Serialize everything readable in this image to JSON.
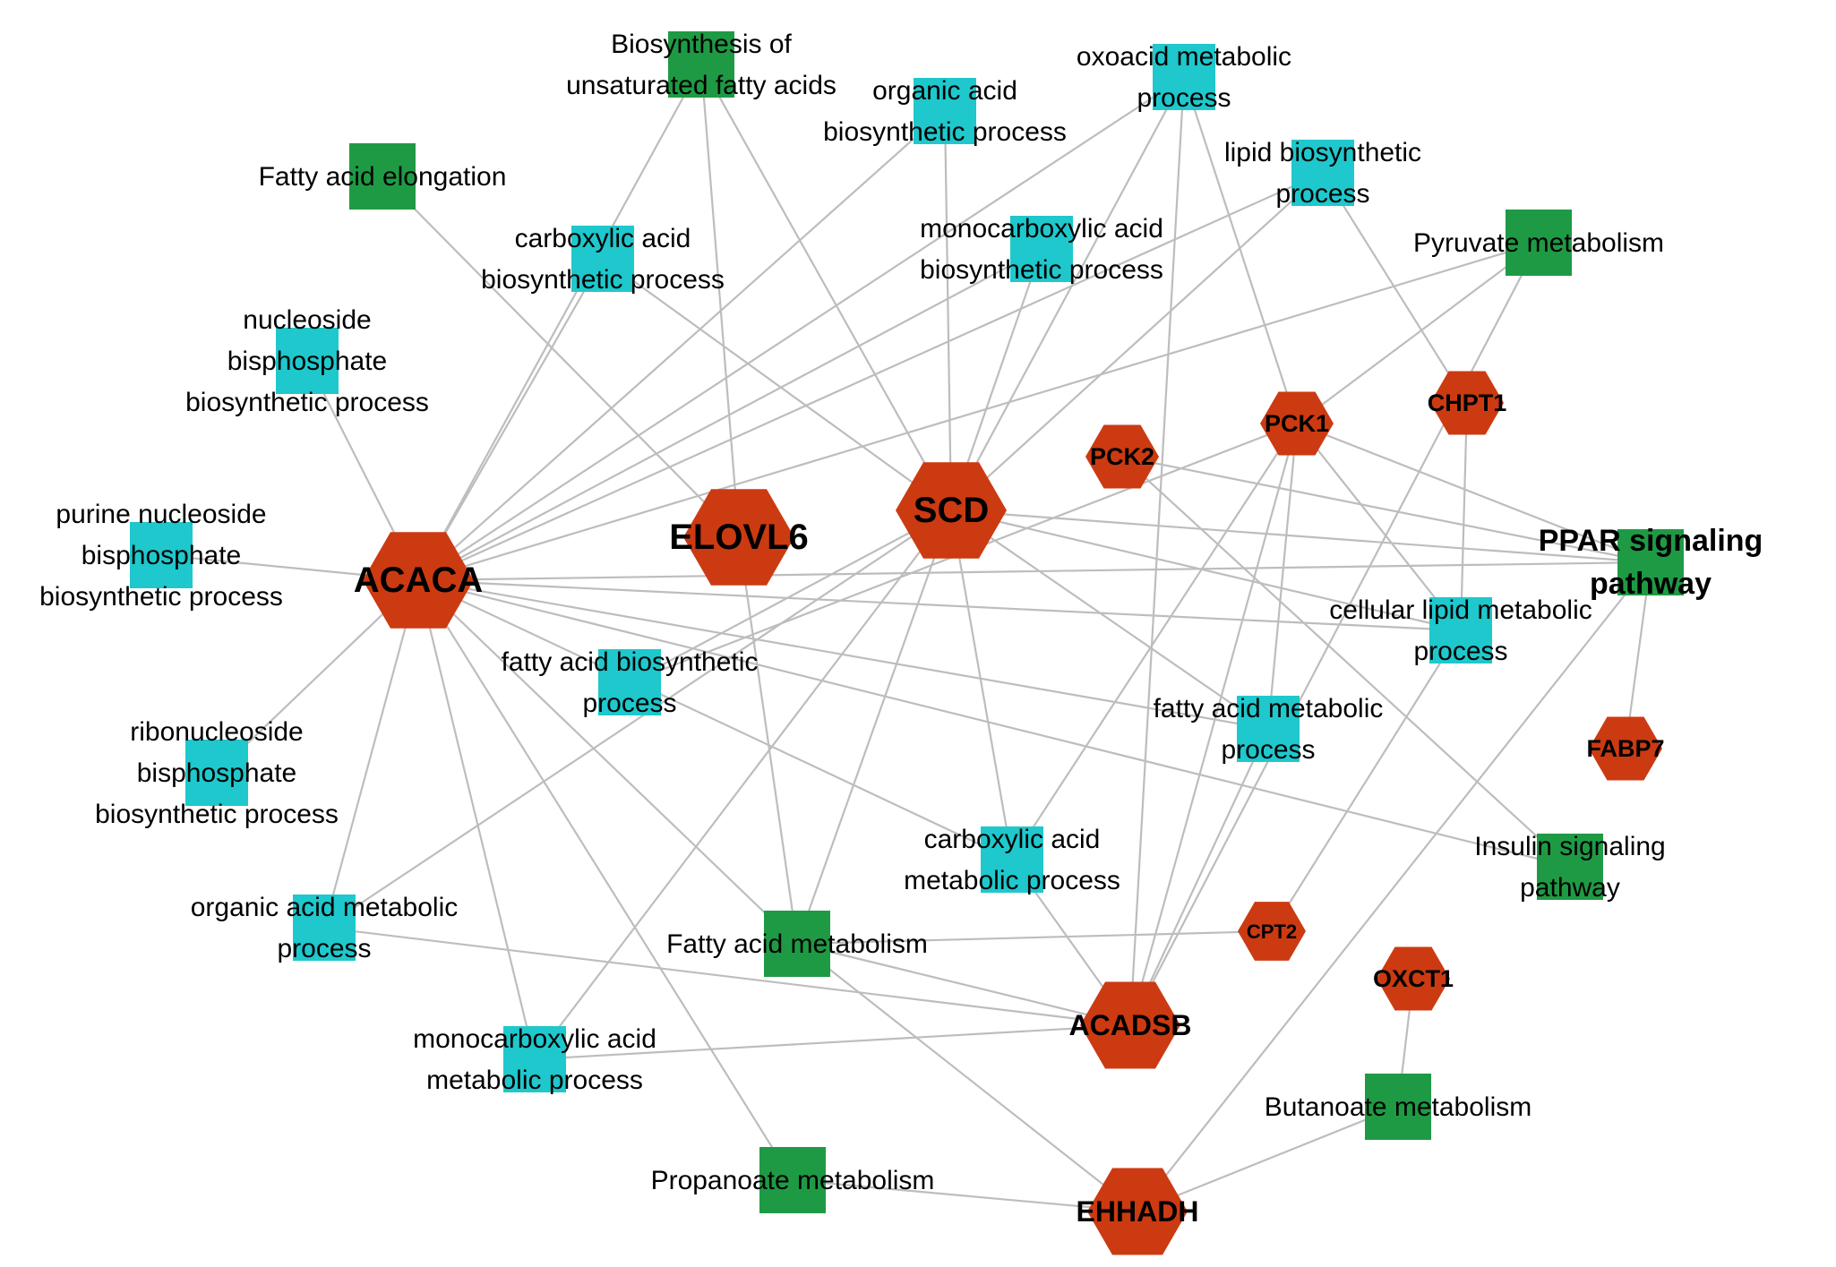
{
  "colors": {
    "gene": "#cc3a12",
    "go_term": "#1ec8cc",
    "pathway": "#1f9a44",
    "edge": "#bdbdbd"
  },
  "nodes": [
    {
      "id": "acaca",
      "type": "gene",
      "size": "large",
      "lines": [
        "ACACA"
      ]
    },
    {
      "id": "scd",
      "type": "gene",
      "size": "large",
      "lines": [
        "SCD"
      ]
    },
    {
      "id": "elovl6",
      "type": "gene",
      "size": "large",
      "lines": [
        "ELOVL6"
      ]
    },
    {
      "id": "acadsb",
      "type": "gene",
      "size": "medium",
      "lines": [
        "ACADSB"
      ]
    },
    {
      "id": "ehhadh",
      "type": "gene",
      "size": "medium",
      "lines": [
        "EHHADH"
      ]
    },
    {
      "id": "pck1",
      "type": "gene",
      "size": "small",
      "lines": [
        "PCK1"
      ]
    },
    {
      "id": "pck2",
      "type": "gene",
      "size": "small",
      "lines": [
        "PCK2"
      ]
    },
    {
      "id": "chpt1",
      "type": "gene",
      "size": "small",
      "lines": [
        "CHPT1"
      ]
    },
    {
      "id": "fabp7",
      "type": "gene",
      "size": "small",
      "lines": [
        "FABP7"
      ]
    },
    {
      "id": "cpt2",
      "type": "gene",
      "size": "xsmall",
      "lines": [
        "CPT2"
      ]
    },
    {
      "id": "oxct1",
      "type": "gene",
      "size": "small",
      "lines": [
        "OXCT1"
      ]
    },
    {
      "id": "ppar",
      "type": "pathway",
      "emphasis": true,
      "lines": [
        "PPAR signaling",
        "pathway"
      ]
    },
    {
      "id": "unsat",
      "type": "pathway",
      "lines": [
        "Biosynthesis of",
        "unsaturated fatty acids"
      ]
    },
    {
      "id": "elong",
      "type": "pathway",
      "lines": [
        "Fatty acid elongation"
      ]
    },
    {
      "id": "pyruvate",
      "type": "pathway",
      "lines": [
        "Pyruvate metabolism"
      ]
    },
    {
      "id": "insulin",
      "type": "pathway",
      "lines": [
        "Insulin signaling",
        "pathway"
      ]
    },
    {
      "id": "fam",
      "type": "pathway",
      "lines": [
        "Fatty acid metabolism"
      ]
    },
    {
      "id": "butanoate",
      "type": "pathway",
      "lines": [
        "Butanoate metabolism"
      ]
    },
    {
      "id": "propanoate",
      "type": "pathway",
      "lines": [
        "Propanoate metabolism"
      ]
    },
    {
      "id": "oabp",
      "type": "go_term",
      "lines": [
        "organic acid",
        "biosynthetic process"
      ]
    },
    {
      "id": "oxoacid",
      "type": "go_term",
      "lines": [
        "oxoacid metabolic",
        "process"
      ]
    },
    {
      "id": "lipidbp",
      "type": "go_term",
      "lines": [
        "lipid biosynthetic",
        "process"
      ]
    },
    {
      "id": "cabp",
      "type": "go_term",
      "lines": [
        "carboxylic acid",
        "biosynthetic process"
      ]
    },
    {
      "id": "mcabp",
      "type": "go_term",
      "lines": [
        "monocarboxylic acid",
        "biosynthetic process"
      ]
    },
    {
      "id": "nbbp",
      "type": "go_term",
      "lines": [
        "nucleoside",
        "bisphosphate",
        "biosynthetic process"
      ]
    },
    {
      "id": "pnbbp",
      "type": "go_term",
      "lines": [
        "purine nucleoside",
        "bisphosphate",
        "biosynthetic process"
      ]
    },
    {
      "id": "fabp",
      "type": "go_term",
      "lines": [
        "fatty acid biosynthetic",
        "process"
      ]
    },
    {
      "id": "clmp",
      "type": "go_term",
      "lines": [
        "cellular lipid metabolic",
        "process"
      ]
    },
    {
      "id": "famp",
      "type": "go_term",
      "lines": [
        "fatty acid metabolic",
        "process"
      ]
    },
    {
      "id": "rnbbp",
      "type": "go_term",
      "lines": [
        "ribonucleoside",
        "bisphosphate",
        "biosynthetic process"
      ]
    },
    {
      "id": "camp",
      "type": "go_term",
      "lines": [
        "carboxylic acid",
        "metabolic process"
      ]
    },
    {
      "id": "oamp",
      "type": "go_term",
      "lines": [
        "organic acid metabolic",
        "process"
      ]
    },
    {
      "id": "mcamp",
      "type": "go_term",
      "lines": [
        "monocarboxylic acid",
        "metabolic process"
      ]
    }
  ],
  "edges": [
    [
      "acaca",
      "unsat"
    ],
    [
      "acaca",
      "cabp"
    ],
    [
      "acaca",
      "oabp"
    ],
    [
      "acaca",
      "oxoacid"
    ],
    [
      "acaca",
      "mcabp"
    ],
    [
      "acaca",
      "lipidbp"
    ],
    [
      "acaca",
      "pyruvate"
    ],
    [
      "acaca",
      "nbbp"
    ],
    [
      "acaca",
      "pnbbp"
    ],
    [
      "acaca",
      "rnbbp"
    ],
    [
      "acaca",
      "oamp"
    ],
    [
      "acaca",
      "mcamp"
    ],
    [
      "acaca",
      "propanoate"
    ],
    [
      "acaca",
      "fam"
    ],
    [
      "acaca",
      "camp"
    ],
    [
      "acaca",
      "famp"
    ],
    [
      "acaca",
      "clmp"
    ],
    [
      "acaca",
      "insulin"
    ],
    [
      "acaca",
      "ppar"
    ],
    [
      "scd",
      "unsat"
    ],
    [
      "scd",
      "cabp"
    ],
    [
      "scd",
      "oabp"
    ],
    [
      "scd",
      "oxoacid"
    ],
    [
      "scd",
      "mcabp"
    ],
    [
      "scd",
      "lipidbp"
    ],
    [
      "scd",
      "fabp"
    ],
    [
      "scd",
      "oamp"
    ],
    [
      "scd",
      "mcamp"
    ],
    [
      "scd",
      "camp"
    ],
    [
      "scd",
      "fam"
    ],
    [
      "scd",
      "famp"
    ],
    [
      "scd",
      "clmp"
    ],
    [
      "scd",
      "ppar"
    ],
    [
      "elovl6",
      "unsat"
    ],
    [
      "elovl6",
      "elong"
    ],
    [
      "elovl6",
      "fam"
    ],
    [
      "pck1",
      "oxoacid"
    ],
    [
      "pck1",
      "pyruvate"
    ],
    [
      "pck1",
      "ppar"
    ],
    [
      "pck1",
      "clmp"
    ],
    [
      "pck1",
      "famp"
    ],
    [
      "pck1",
      "camp"
    ],
    [
      "pck1",
      "fabp"
    ],
    [
      "pck1",
      "acadsb"
    ],
    [
      "pck2",
      "ppar"
    ],
    [
      "pck2",
      "insulin"
    ],
    [
      "chpt1",
      "lipidbp"
    ],
    [
      "chpt1",
      "clmp"
    ],
    [
      "fabp7",
      "ppar"
    ],
    [
      "cpt2",
      "fam"
    ],
    [
      "cpt2",
      "clmp"
    ],
    [
      "acadsb",
      "oxoacid"
    ],
    [
      "acadsb",
      "famp"
    ],
    [
      "acadsb",
      "camp"
    ],
    [
      "acadsb",
      "mcamp"
    ],
    [
      "acadsb",
      "oamp"
    ],
    [
      "acadsb",
      "fam"
    ],
    [
      "acadsb",
      "pyruvate"
    ],
    [
      "ehhadh",
      "fam"
    ],
    [
      "ehhadh",
      "ppar"
    ],
    [
      "ehhadh",
      "propanoate"
    ],
    [
      "ehhadh",
      "butanoate"
    ],
    [
      "oxct1",
      "butanoate"
    ]
  ]
}
